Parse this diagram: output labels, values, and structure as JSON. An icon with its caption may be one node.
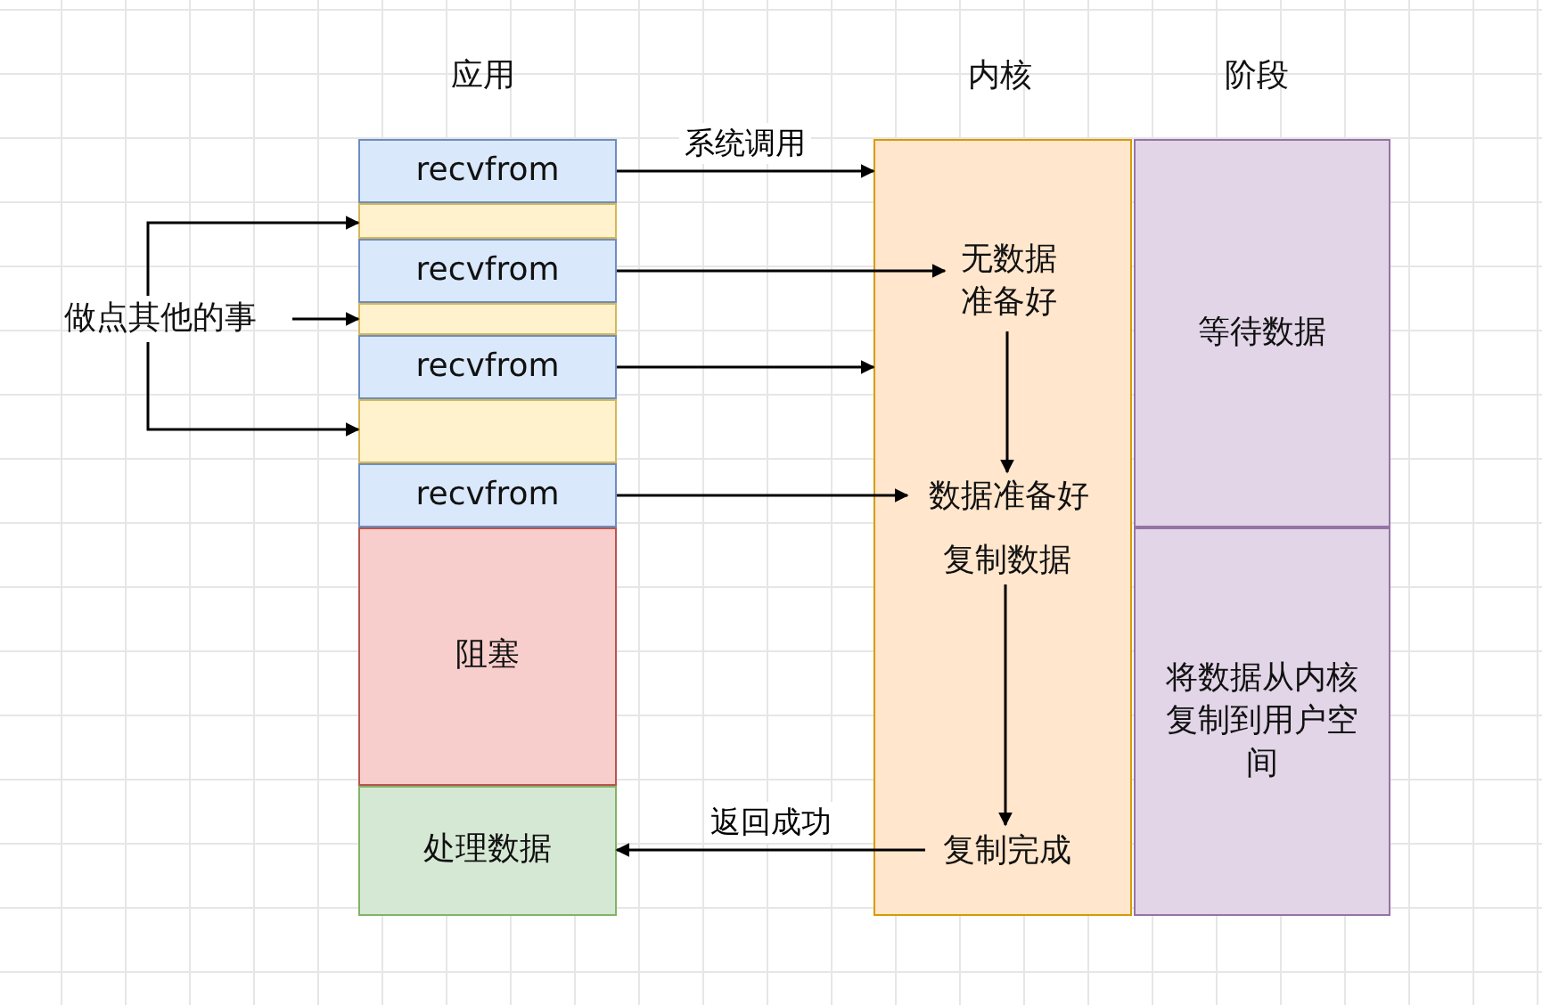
{
  "diagram": {
    "nodes": [
      {
        "text": [
          "recvfrom"
        ]
      },
      {
        "text": [],
        "shape": "box"
      },
      {
        "text": [
          "recvfrom"
        ]
      },
      {
        "text": [],
        "shape": "box"
      },
      {
        "text": [
          "recvfrom"
        ]
      },
      {
        "text": [],
        "shape": "box"
      },
      {
        "text": [
          "recvfrom"
        ]
      },
      {
        "text": [
          "阻塞"
        ]
      },
      {
        "text": [
          "处理数据"
        ]
      },
      {
        "text": [],
        "shape": "box"
      },
      {
        "text": [
          "无数据准备好"
        ],
        "in": 9
      },
      {
        "text": [
          "数据准备好"
        ],
        "in": 9
      },
      {
        "text": [
          "复制数据"
        ],
        "in": 9
      },
      {
        "text": [
          "复制完成"
        ],
        "in": 9
      },
      {
        "text": [
          "等待数据"
        ]
      },
      {
        "text": [
          "将数据从内核复制到用户空间"
        ]
      },
      {
        "text": [
          "做点其他的事"
        ]
      }
    ],
    "edges": [
      {
        "from": 0,
        "to": 9,
        "arrow": "to",
        "label": "系统调用"
      },
      {
        "from": 2,
        "to": 10,
        "arrow": "to"
      },
      {
        "from": 4,
        "to": 9,
        "arrow": "to"
      },
      {
        "from": 6,
        "to": 11,
        "arrow": "to"
      },
      {
        "from": 10,
        "to": 11,
        "arrow": "to"
      },
      {
        "from": 12,
        "to": 13,
        "arrow": "to"
      },
      {
        "from": 13,
        "to": 8,
        "arrow": "to",
        "label": "返回成功"
      },
      {
        "from": 16,
        "to": 1,
        "arrow": "to"
      },
      {
        "from": 16,
        "to": 3,
        "arrow": "to"
      },
      {
        "from": 16,
        "to": 5,
        "arrow": "to"
      }
    ],
    "labels": [
      "应用",
      "内核",
      "阶段"
    ]
  }
}
